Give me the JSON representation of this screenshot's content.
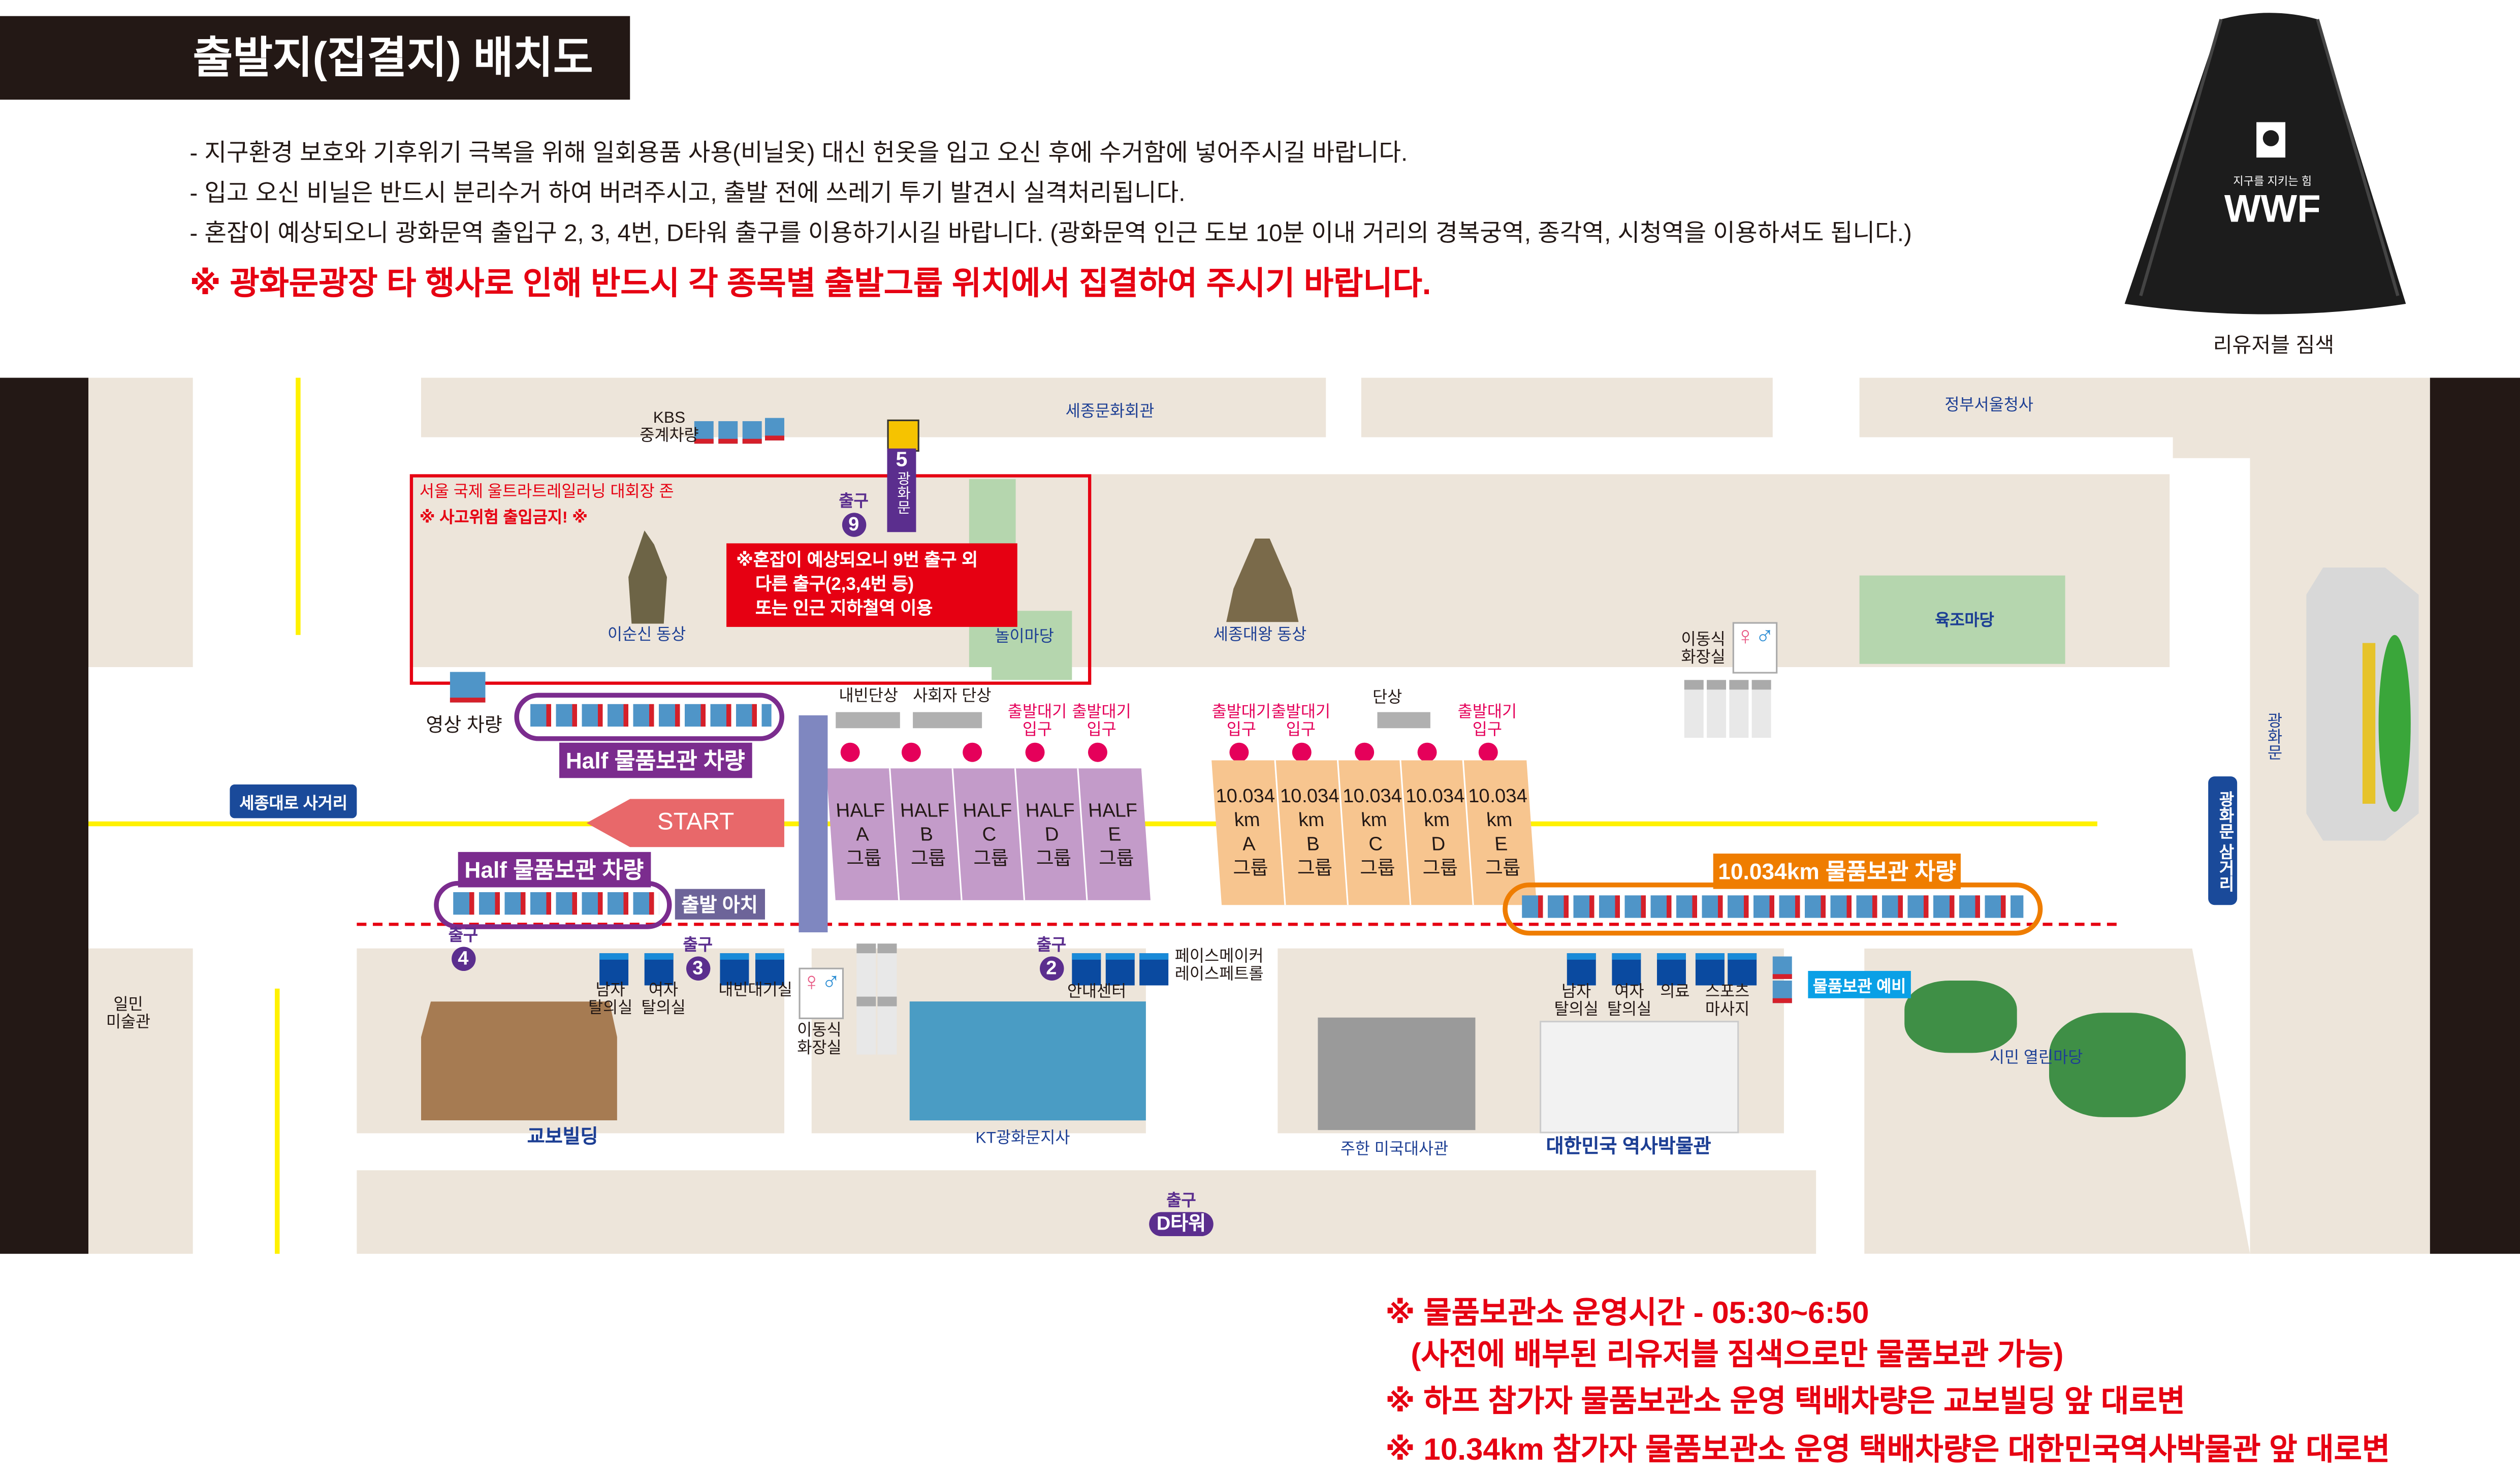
{
  "header": {
    "title": "출발지(집결지) 배치도"
  },
  "notes": [
    "- 지구환경 보호와 기후위기 극복을 위해 일회용품 사용(비닐옷) 대신 헌옷을 입고 오신 후에 수거함에 넣어주시길 바랍니다.",
    "- 입고 오신 비닐은 반드시 분리수거 하여 버려주시고, 출발 전에 쓰레기 투기 발견시 실격처리됩니다.",
    "- 혼잡이 예상되오니 광화문역 출입구 2, 3, 4번, D타워 출구를 이용하기시길 바랍니다. (광화문역 인근 도보 10분 이내 거리의 경복궁역, 종각역, 시청역을 이용하셔도 됩니다.)"
  ],
  "warning": "※ 광화문광장 타 행사로 인해 반드시 각 종목별 출발그룹 위치에서 집결하여 주시기 바랍니다.",
  "bag": {
    "label": "리유저블 짐색",
    "logo_sub": "지구를 지키는 힘",
    "logo": "WWF"
  },
  "map": {
    "kbs": "KBS\n중계차량",
    "sejong_center": "세종문화회관",
    "gov_complex": "정부서울청사",
    "zone_title": "서울 국제 울트라트레일러닝 대회장 존",
    "zone_warning": "※ 사고위험 출입금지! ※",
    "subway_line": "5",
    "subway_station": "광화문",
    "crowd_notice": [
      "※혼잡이 예상되오니 9번 출구 외",
      "다른 출구(2,3,4번 등)",
      "또는 인근 지하철역 이용"
    ],
    "yi_statue": "이순신 동상",
    "play_yard": "놀이마당",
    "sejong_statue": "세종대왕 동상",
    "yukjo": "육조마당",
    "mobile_toilet": "이동식\n화장실",
    "vip_stage": "내빈단상",
    "mc_stage": "사회자 단상",
    "stage": "단상",
    "wait_entry": "출발대기\n입구",
    "video_car": "영상 차량",
    "half_storage": "Half 물품보관 차량",
    "km_storage": "10.034km 물품보관 차량",
    "start": "START",
    "arch": "출발 아치",
    "intersection_left": "세종대로 사거리",
    "intersection_right": "광화문 삼거리",
    "gate": "광화문",
    "half_groups": [
      {
        "l1": "HALF",
        "l2": "A",
        "l3": "그룹"
      },
      {
        "l1": "HALF",
        "l2": "B",
        "l3": "그룹"
      },
      {
        "l1": "HALF",
        "l2": "C",
        "l3": "그룹"
      },
      {
        "l1": "HALF",
        "l2": "D",
        "l3": "그룹"
      },
      {
        "l1": "HALF",
        "l2": "E",
        "l3": "그룹"
      }
    ],
    "km_groups": [
      {
        "l1": "10.034",
        "l2": "km",
        "l3": "A",
        "l4": "그룹"
      },
      {
        "l1": "10.034",
        "l2": "km",
        "l3": "B",
        "l4": "그룹"
      },
      {
        "l1": "10.034",
        "l2": "km",
        "l3": "C",
        "l4": "그룹"
      },
      {
        "l1": "10.034",
        "l2": "km",
        "l3": "D",
        "l4": "그룹"
      },
      {
        "l1": "10.034",
        "l2": "km",
        "l3": "E",
        "l4": "그룹"
      }
    ],
    "exit_word": "출구",
    "exits": [
      "9",
      "4",
      "3",
      "2",
      "D타워"
    ],
    "male_room": "남자\n탈의실",
    "female_room": "여자\n탈의실",
    "vip_wait": "내빈대기실",
    "info_center": "안내센터",
    "pacemaker": "페이스메이커\n레이스페트롤",
    "medical": "의료",
    "massage": "스포츠\n마사지",
    "storage_spare": "물품보관 예비",
    "ilmin": "일민\n미술관",
    "kyobo": "교보빌딩",
    "kt": "KT광화문지사",
    "us_embassy": "주한 미국대사관",
    "museum": "대한민국 역사박물관",
    "citizen_yard": "시민 열린마당"
  },
  "bottom_notes": [
    "※ 물품보관소 운영시간 - 05:30~6:50",
    "   (사전에 배부된 리유저블 짐색으로만 물품보관 가능)",
    "※ 하프 참가자 물품보관소 운영 택배차량은 교보빌딩 앞 대로변",
    "※ 10.34km 참가자 물품보관소 운영 택배차량은 대한민국역사박물관 앞 대로변"
  ],
  "colors": {
    "red": "#e60012",
    "purple": "#5b2e8e",
    "half": "#c39bc9",
    "km": "#f7c58f",
    "orange": "#ef7d00",
    "navy": "#1d3f94"
  }
}
